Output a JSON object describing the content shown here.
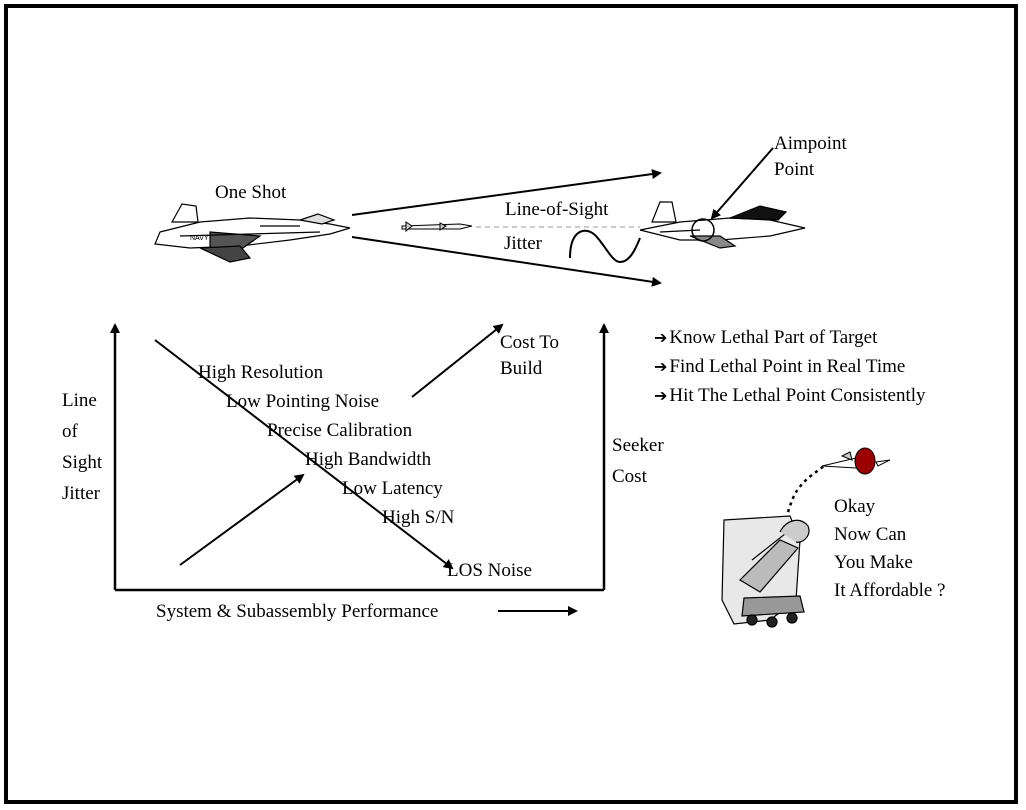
{
  "top": {
    "one_shot": "One Shot",
    "line_of_sight": "Line-of-Sight",
    "jitter": "Jitter",
    "aimpoint": "Aimpoint",
    "point": "Point"
  },
  "left_axis": {
    "lines": [
      "Line",
      "of",
      "Sight",
      "Jitter"
    ]
  },
  "drivers": [
    "High Resolution",
    "Low Pointing Noise",
    "Precise Calibration",
    "High Bandwidth",
    "Low Latency",
    "High  S/N"
  ],
  "los_noise": "LOS Noise",
  "cost_to_build": [
    "Cost To",
    "Build"
  ],
  "seeker_cost": [
    "Seeker",
    "Cost"
  ],
  "x_axis_label": "System & Subassembly Performance",
  "bullets": [
    "Know Lethal Part of Target",
    "Find Lethal Point in Real Time",
    "Hit The Lethal Point Consistently"
  ],
  "bullet_glyph": "➔",
  "question": [
    "Okay",
    "Now Can",
    "You Make",
    "It Affordable ?"
  ],
  "colors": {
    "frame": "#000000",
    "target_dot": "#9b0000",
    "guide_line": "#999999"
  }
}
